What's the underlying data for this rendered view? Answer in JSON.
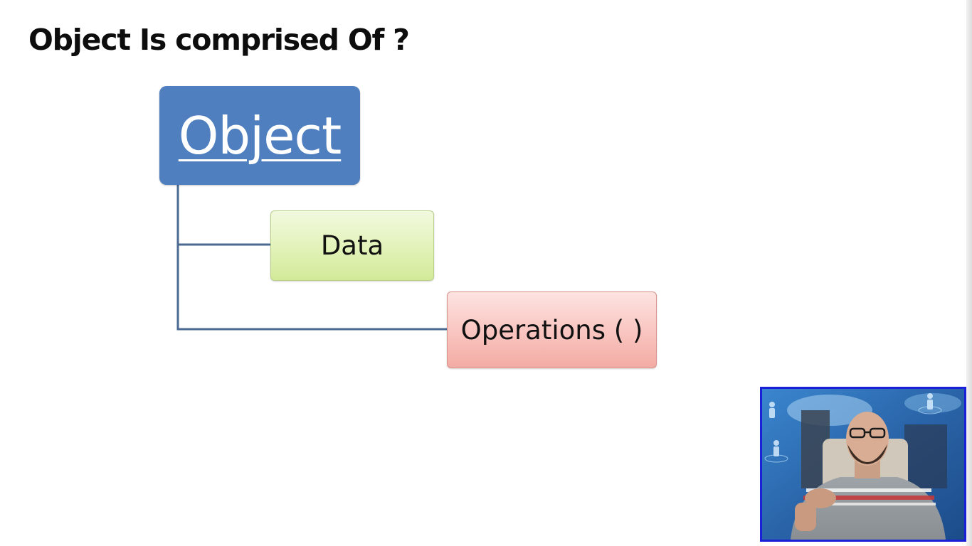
{
  "slide": {
    "title": "Object Is comprised Of ?"
  },
  "diagram": {
    "root": "Object",
    "children": [
      "Data",
      "Operations ( )"
    ]
  },
  "colors": {
    "root_fill": "#4f7fbf",
    "data_fill": "#e2f2b8",
    "operations_fill": "#f9c4bf",
    "connector": "#4a6a92",
    "webcam_border": "#1a20d8"
  },
  "webcam": {
    "content": "presenter-video"
  }
}
